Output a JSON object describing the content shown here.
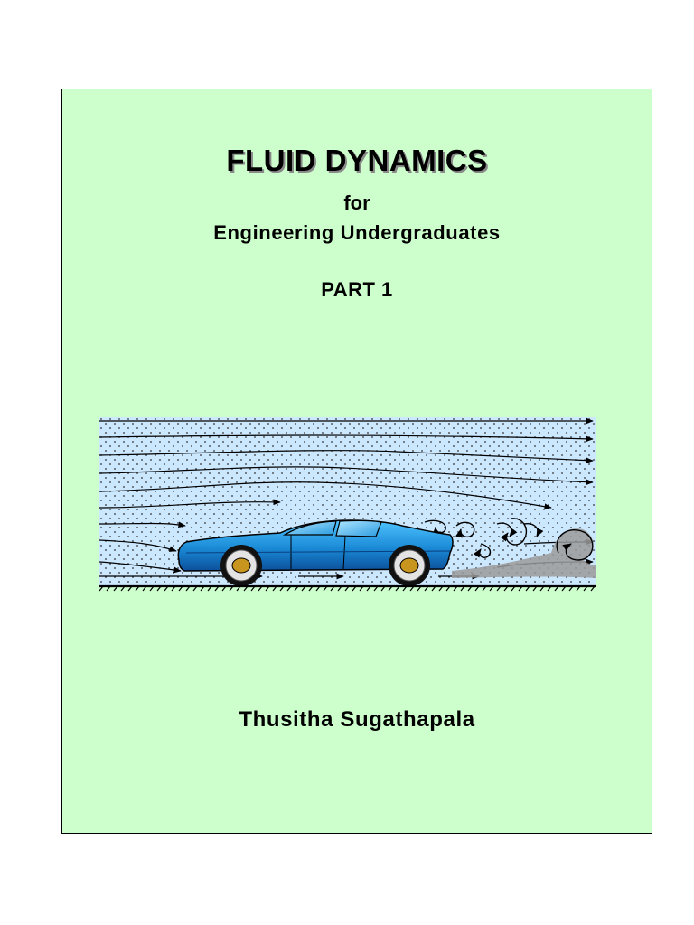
{
  "cover": {
    "title": "FLUID DYNAMICS",
    "for": "for",
    "subtitle": "Engineering Undergraduates",
    "part": "PART 1",
    "author": "Thusitha Sugathapala"
  },
  "colors": {
    "page_background": "#ccffcc",
    "flow_background": "#cce8ff",
    "car_body": "#1e8fd6",
    "wheel_hub": "#c8961e",
    "wake": "#9a9a9a"
  }
}
